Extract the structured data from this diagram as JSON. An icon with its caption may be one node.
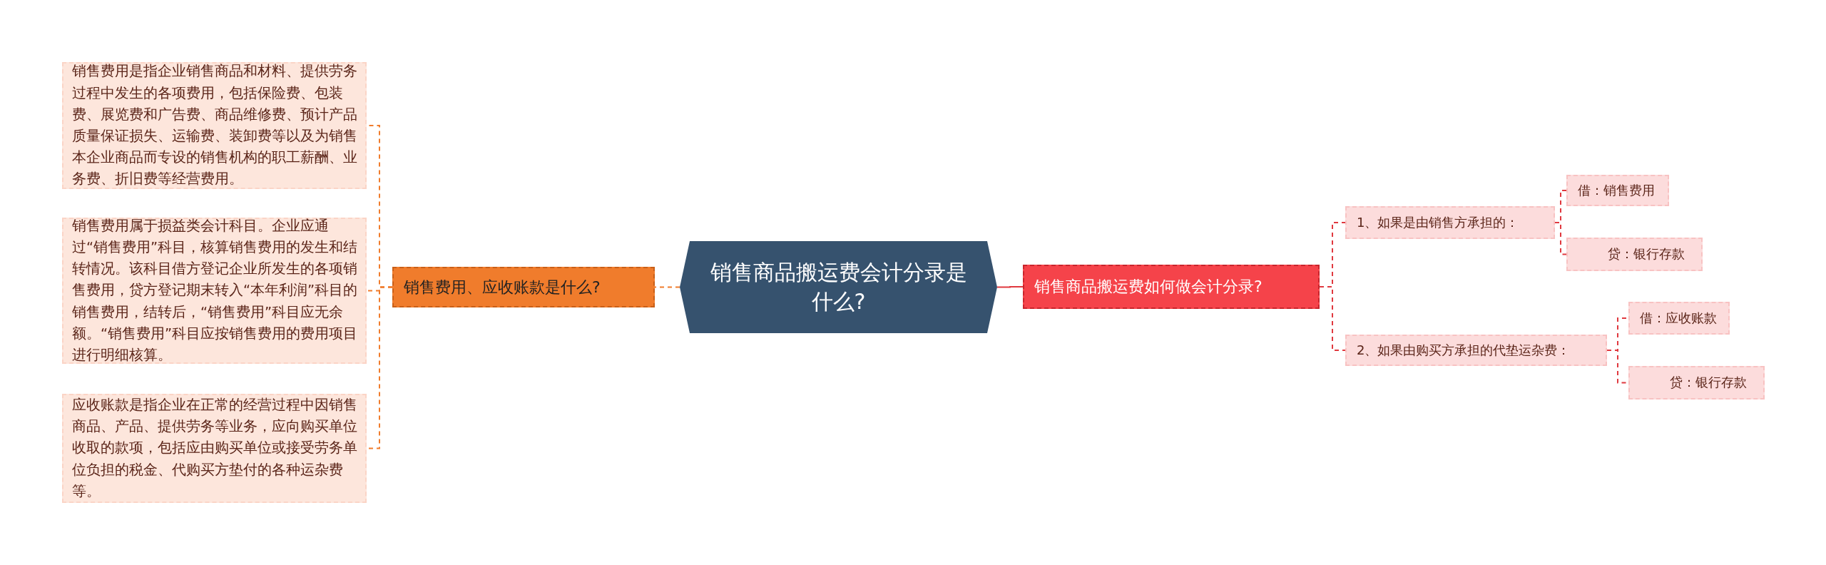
{
  "diagram": {
    "nodes": [
      {
        "text": [
          "销售商品搬运费会计分录是什么?"
        ]
      },
      {
        "text": [
          "销售费用、应收账款是什么?"
        ]
      },
      {
        "text": [
          "销售费用是指企业销售商品和材料、提供劳务过程中发生的各项费用，包括保险费、包装费、展览费和广告费、商品维修费、预计产品质量保证损失、运输费、装卸费等以及为销售本企业商品而专设的销售机构的职工薪酬、业务费、折旧费等经营费用。"
        ]
      },
      {
        "text": [
          "销售费用属于损益类会计科目。企业应通过“销售费用”科目，核算销售费用的发生和结转情况。该科目借方登记企业所发生的各项销售费用，贷方登记期末转入“本年利润”科目的销售费用，结转后，“销售费用”科目应无余额。“销售费用”科目应按销售费用的费用项目进行明细核算。"
        ]
      },
      {
        "text": [
          "应收账款是指企业在正常的经营过程中因销售商品、产品、提供劳务等业务，应向购买单位收取的款项，包括应由购买单位或接受劳务单位负担的税金、代购买方垫付的各种运杂费等。"
        ]
      },
      {
        "text": [
          "销售商品搬运费如何做会计分录?"
        ]
      },
      {
        "text": [
          "1、如果是由销售方承担的："
        ]
      },
      {
        "text": [
          "借：销售费用"
        ]
      },
      {
        "text": [
          "贷：银行存款"
        ]
      },
      {
        "text": [
          "2、如果由购买方承担的代垫运杂费："
        ]
      },
      {
        "text": [
          "借：应收账款"
        ]
      },
      {
        "text": [
          "贷：银行存款"
        ]
      }
    ],
    "edges": [
      {
        "from": 0,
        "to": 1,
        "arrow": "none",
        "style": "dashed",
        "color": "#f07c2c"
      },
      {
        "from": 1,
        "to": 2,
        "arrow": "none",
        "style": "dashed",
        "color": "#f07c2c"
      },
      {
        "from": 1,
        "to": 3,
        "arrow": "none",
        "style": "dashed",
        "color": "#f07c2c"
      },
      {
        "from": 1,
        "to": 4,
        "arrow": "none",
        "style": "dashed",
        "color": "#f07c2c"
      },
      {
        "from": 0,
        "to": 5,
        "arrow": "none"
      },
      {
        "from": 5,
        "to": 6,
        "arrow": "none",
        "style": "dashed"
      },
      {
        "from": 6,
        "to": 7,
        "arrow": "none",
        "style": "dashed"
      },
      {
        "from": 6,
        "to": 8,
        "arrow": "none",
        "style": "dashed"
      },
      {
        "from": 5,
        "to": 9,
        "arrow": "none",
        "style": "dashed"
      },
      {
        "from": 9,
        "to": 10,
        "arrow": "none",
        "style": "dashed"
      },
      {
        "from": 9,
        "to": 11,
        "arrow": "none",
        "style": "dashed"
      }
    ]
  }
}
